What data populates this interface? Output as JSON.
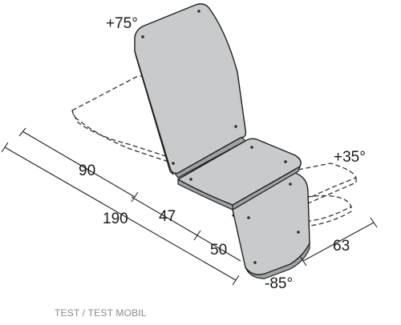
{
  "angles": {
    "backrest_up": "+75°",
    "legrest_up": "+35°",
    "legrest_down": "-85°"
  },
  "dimensions": {
    "backrest_length": "90",
    "total_length": "190",
    "seat_length": "47",
    "legrest_length": "50",
    "width": "63"
  },
  "caption": "TEST / TEST MOBIL"
}
